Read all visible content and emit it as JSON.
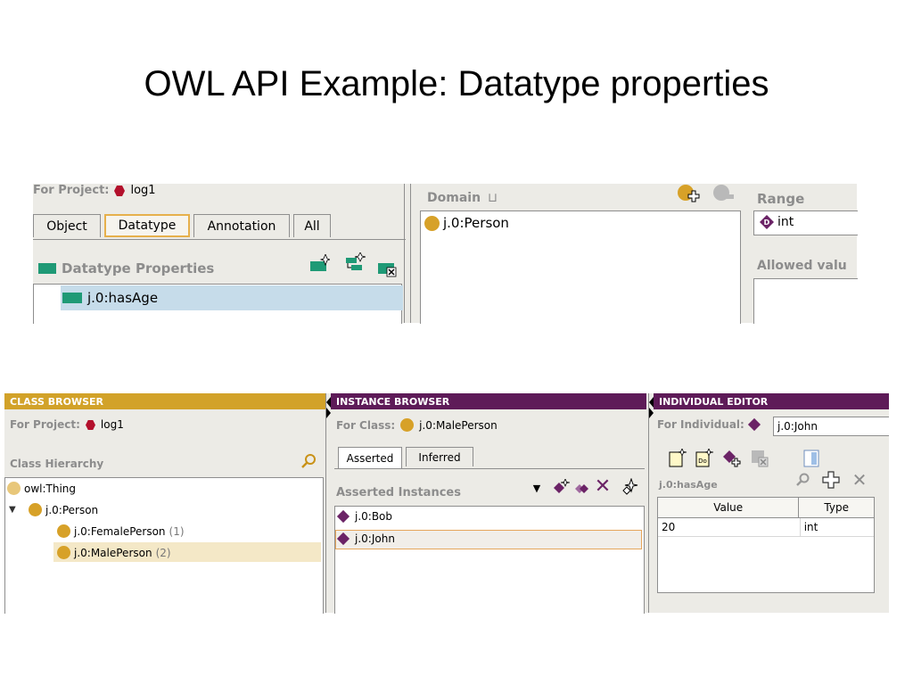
{
  "slide": {
    "title": "OWL API Example: Datatype properties"
  },
  "top_panel": {
    "project_label": "For Project:",
    "project_name": "log1",
    "tabs": [
      {
        "label": "Object",
        "selected": false
      },
      {
        "label": "Datatype",
        "selected": true
      },
      {
        "label": "Annotation",
        "selected": false
      },
      {
        "label": "All",
        "selected": false
      }
    ],
    "section_title": "Datatype Properties",
    "property_item": "j.0:hasAge",
    "domain_label": "Domain",
    "domain_item": "j.0:Person",
    "range_label": "Range",
    "range_item": "int",
    "allowed_values_label": "Allowed valu"
  },
  "class_browser": {
    "header": "CLASS BROWSER",
    "project_label": "For Project:",
    "project_name": "log1",
    "hierarchy_label": "Class Hierarchy",
    "items": [
      {
        "label": "owl:Thing",
        "count": ""
      },
      {
        "label": "j.0:Person",
        "count": ""
      },
      {
        "label": "j.0:FemalePerson",
        "count": "(1)"
      },
      {
        "label": "j.0:MalePerson",
        "count": "(2)"
      }
    ]
  },
  "instance_browser": {
    "header": "INSTANCE BROWSER",
    "class_label": "For Class:",
    "class_name": "j.0:MalePerson",
    "tabs": [
      {
        "label": "Asserted",
        "selected": true
      },
      {
        "label": "Inferred",
        "selected": false
      }
    ],
    "instances_label": "Asserted Instances",
    "instances": [
      "j.0:Bob",
      "j.0:John"
    ]
  },
  "individual_editor": {
    "header": "INDIVIDUAL EDITOR",
    "individual_label": "For Individual:",
    "individual_name": "j.0:John",
    "property_label": "j.0:hasAge",
    "columns": [
      "Value",
      "Type"
    ],
    "rows": [
      {
        "value": "20",
        "type": "int"
      }
    ]
  },
  "colors": {
    "class_header": "#d2a229",
    "purple_header": "#5e1b58",
    "owl_class": "#d7a128",
    "datatype_green": "#1f9a76",
    "individual_purple": "#6b2366",
    "selection_blue": "#c6dcea",
    "selection_cream": "#f4e8c7"
  },
  "icons": [
    "hexagon-icon",
    "circle-class-icon",
    "diamond-individual-icon",
    "datatype-property-icon",
    "search-icon",
    "add-icon",
    "delete-icon"
  ]
}
